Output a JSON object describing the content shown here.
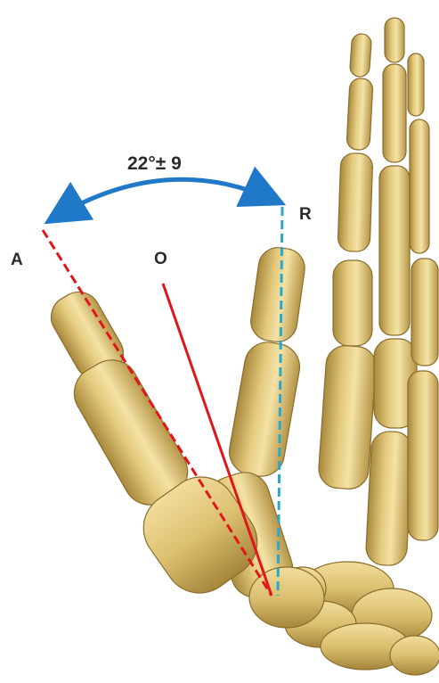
{
  "labels": {
    "angle": "22°± 9",
    "a": "A",
    "o": "O",
    "r": "R"
  },
  "colors": {
    "bone": "#e1c77a",
    "bone_shadow": "#9c7d35",
    "bone_highlight": "#f6e8b4",
    "arrow": "#1f78c8",
    "axis_a": "#e1161b",
    "axis_o": "#e1161b",
    "axis_r": "#2aa7c9",
    "label_text": "#2a2a2a"
  }
}
